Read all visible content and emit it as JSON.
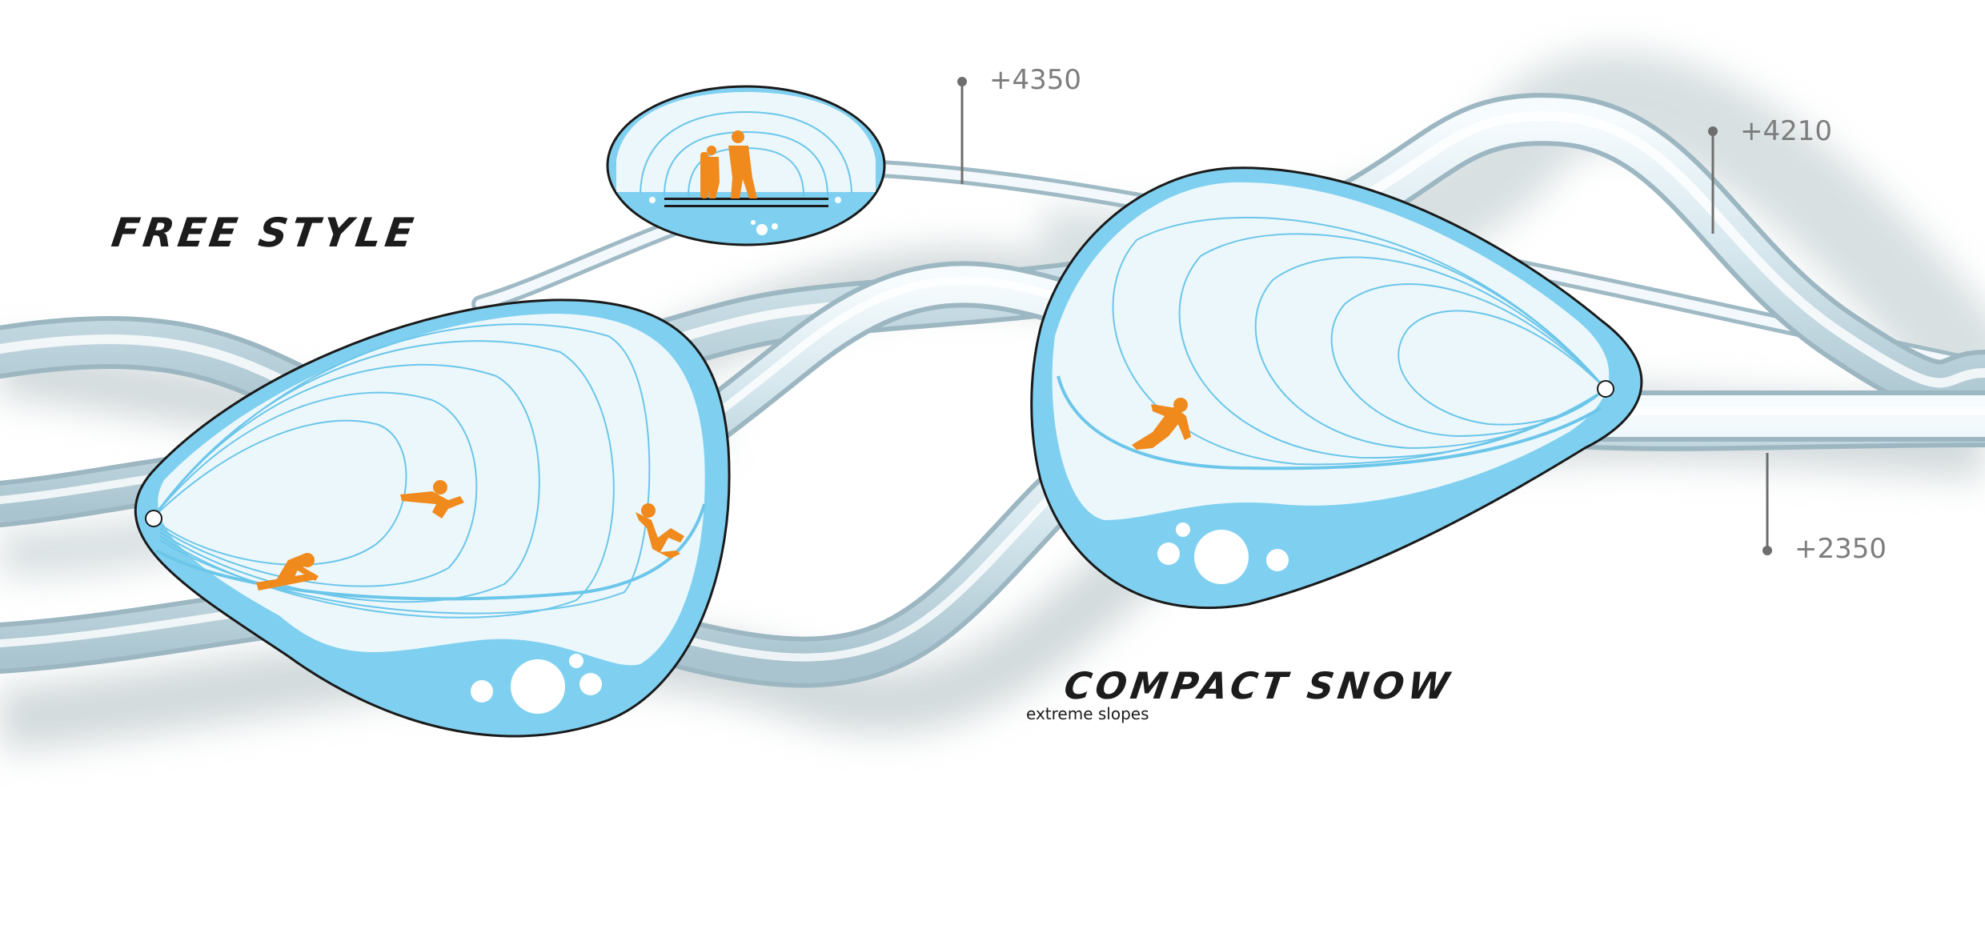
{
  "labels": {
    "free_style": "Free Style",
    "compact_snow": "Compact Snow",
    "compact_snow_sub": "extreme slopes"
  },
  "elevations": [
    "+4350",
    "+4210",
    "+2350"
  ],
  "colors": {
    "pod_blue": "#7fd0f0",
    "pod_outline": "#1a1a1a",
    "contour": "#6cc6ea",
    "figure_orange": "#f08a1c",
    "tube_light": "#eef5f8",
    "tube_mid": "#bcd6e0",
    "shadow": "#c9d4d6",
    "marker": "#6e6e6e"
  },
  "icons": [
    "snowboarder-icon",
    "skier-icon",
    "standing-person-icon",
    "snowboard-icon"
  ]
}
